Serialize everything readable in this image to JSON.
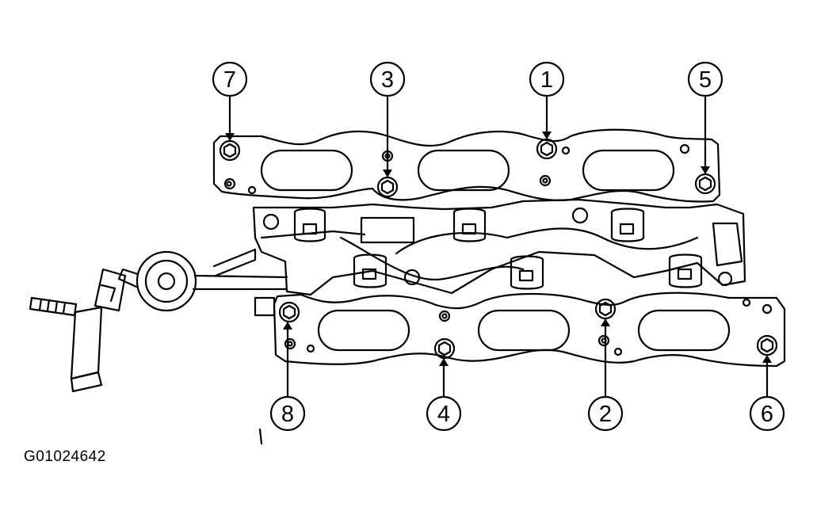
{
  "figure_id": "G01024642",
  "callouts": [
    {
      "label": "7",
      "target": "upper-left-bolt"
    },
    {
      "label": "3",
      "target": "upper-center-left-bolt"
    },
    {
      "label": "1",
      "target": "upper-center-right-bolt"
    },
    {
      "label": "5",
      "target": "upper-right-bolt"
    },
    {
      "label": "8",
      "target": "lower-left-bolt"
    },
    {
      "label": "4",
      "target": "lower-center-left-bolt"
    },
    {
      "label": "2",
      "target": "lower-center-right-bolt"
    },
    {
      "label": "6",
      "target": "lower-right-bolt"
    }
  ],
  "colors": {
    "ink": "#000000",
    "paper": "#ffffff"
  }
}
